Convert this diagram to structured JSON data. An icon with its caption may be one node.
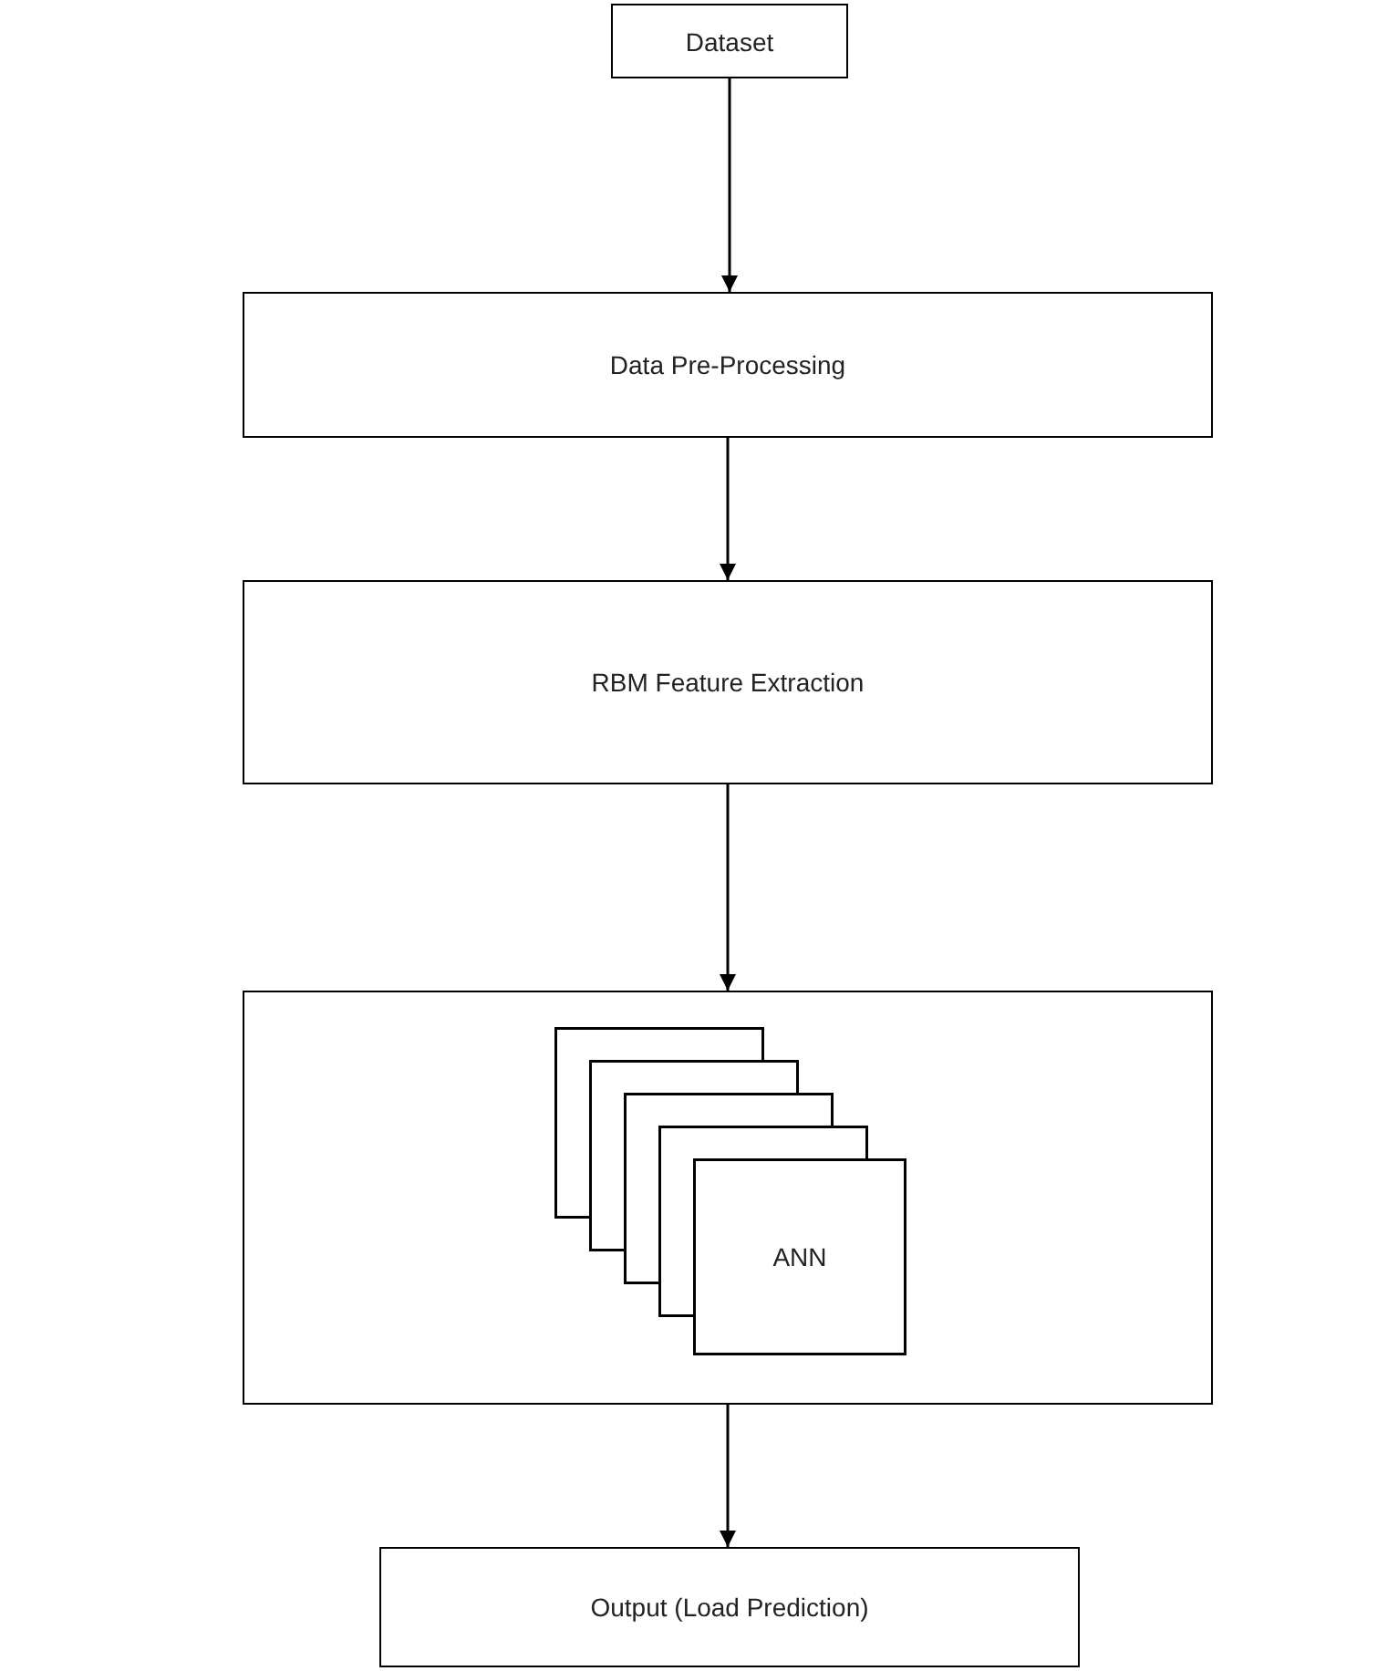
{
  "diagram": {
    "nodes": [
      {
        "text": [
          "Dataset"
        ]
      },
      {
        "text": [
          "Data Pre-Processing"
        ]
      },
      {
        "text": [
          "RBM Feature Extraction"
        ]
      },
      {
        "text": [],
        "shape": "box"
      },
      {
        "text": [
          "ANN"
        ],
        "in": 3
      },
      {
        "text": [
          "Output (Load Prediction)"
        ]
      }
    ],
    "edges": [
      {
        "from": 0,
        "to": 1,
        "arrow": "to"
      },
      {
        "from": 1,
        "to": 2,
        "arrow": "to"
      },
      {
        "from": 2,
        "to": 3,
        "arrow": "to"
      },
      {
        "from": 3,
        "to": 5,
        "arrow": "to"
      }
    ]
  }
}
